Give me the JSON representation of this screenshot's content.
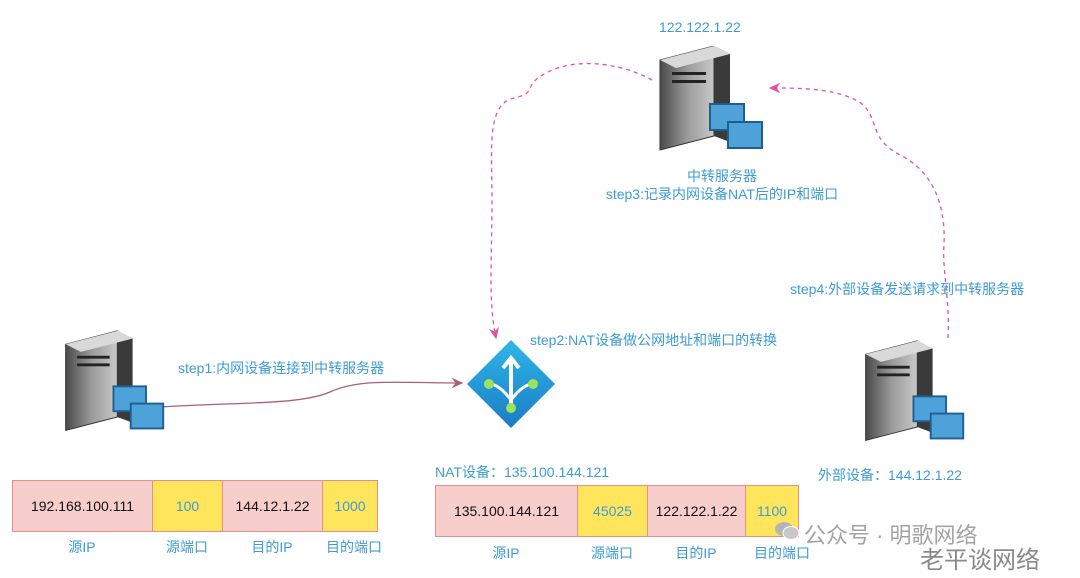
{
  "relay_server": {
    "ip": "122.122.1.22",
    "name": "中转服务器",
    "step3": "step3:记录内网设备NAT后的IP和端口"
  },
  "step1": "step1:内网设备连接到中转服务器",
  "step2": "step2:NAT设备做公网地址和端口的转换",
  "step4": "step4:外部设备发送请求到中转服务器",
  "nat_label": "NAT设备：135.100.144.121",
  "external_label": "外部设备：144.12.1.22",
  "left_packet": {
    "cells": [
      "192.168.100.111",
      "100",
      "144.12.1.22",
      "1000"
    ],
    "headers": [
      "源IP",
      "源端口",
      "目的IP",
      "目的端口"
    ]
  },
  "nat_packet": {
    "cells": [
      "135.100.144.121",
      "45025",
      "122.122.1.22",
      "1100"
    ],
    "headers": [
      "源IP",
      "源端口",
      "目的IP",
      "目的端口"
    ]
  },
  "watermark": {
    "line1": "公众号 · 明歌网络",
    "line2": "老平谈网络"
  },
  "colors": {
    "label_blue": "#3d9bd6",
    "header_pink": "#f8cecc",
    "port_yellow": "#ffe55b",
    "dashed_arrow": "#e0529c",
    "solid_arrow": "#a8607a"
  }
}
